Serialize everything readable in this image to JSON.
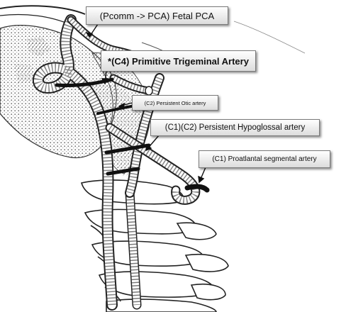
{
  "diagram": {
    "labels": {
      "fetal_pca": "(Pcomm -> PCA) Fetal PCA",
      "trigeminal": "*(C4) Primitive Trigeminal Artery",
      "otic": "(C2) Persistent Otic artery",
      "hypoglossal": "(C1)(C2) Persistent Hypoglossal artery",
      "proatlantal": "(C1) Proatlantal segmental artery"
    },
    "colors": {
      "callout_border": "#7a7a7a",
      "ink": "#111111",
      "anomalous_vessel": "#111111",
      "skull_stipple": "#8a8a8a"
    }
  }
}
